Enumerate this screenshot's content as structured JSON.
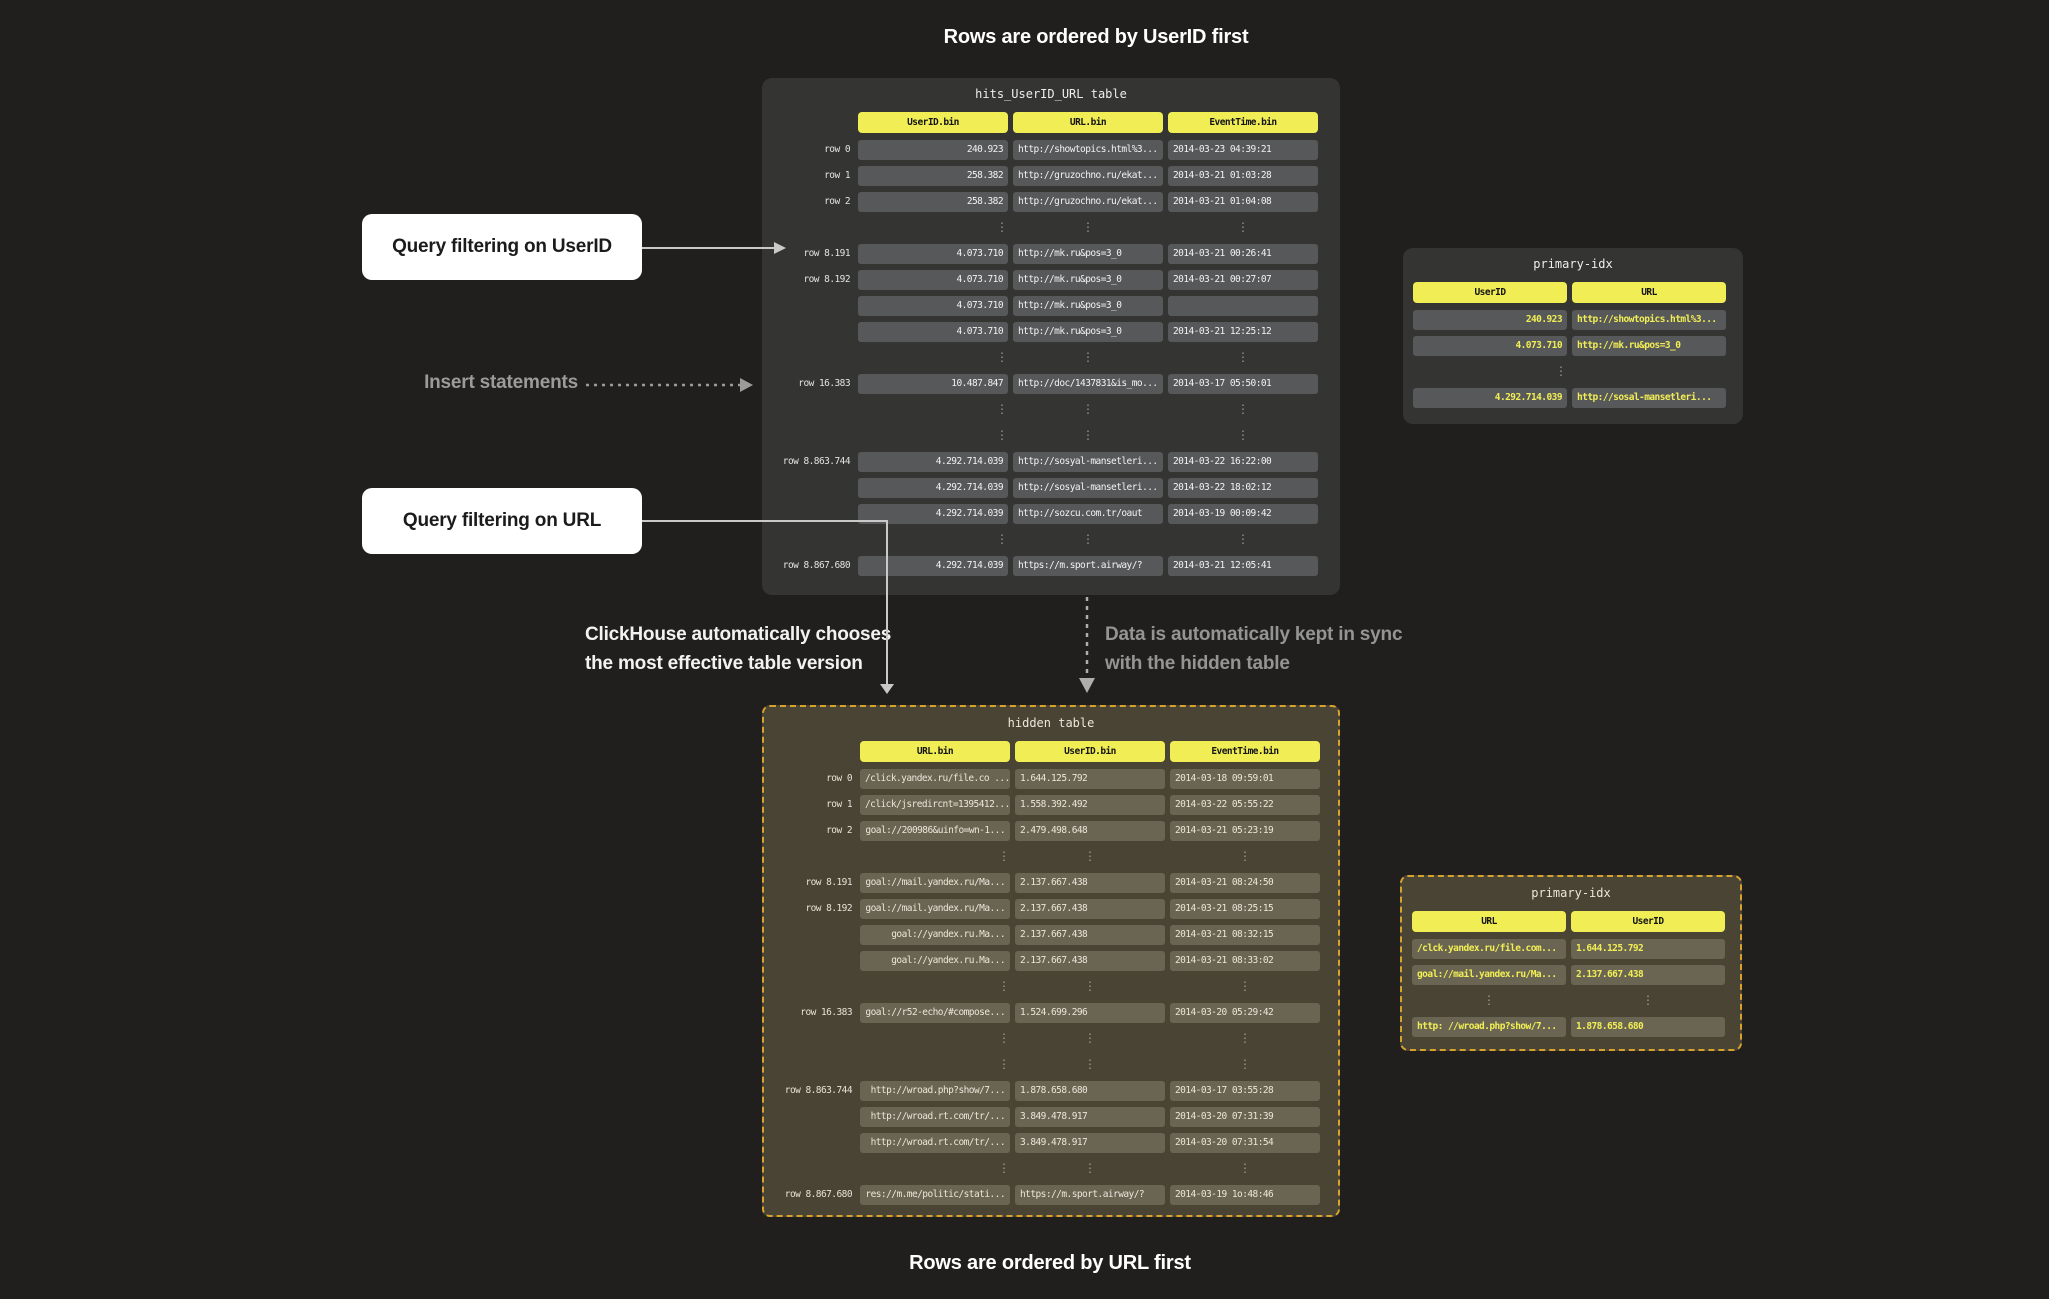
{
  "titles": {
    "top": "Rows are ordered by UserID first",
    "bottom": "Rows are ordered by URL first"
  },
  "callouts": {
    "query_userid": "Query filtering on UserID",
    "query_url": "Query filtering on URL",
    "insert": "Insert statements",
    "clickhouse_line1": "ClickHouse automatically chooses",
    "clickhouse_line2": "the most effective table version",
    "sync_line1": "Data is automatically kept in sync",
    "sync_line2": "with the hidden table"
  },
  "colors": {
    "accent_yellow": "#f1ee55",
    "olive_border": "#d7a32e",
    "panel_dark": "#343432",
    "panel_olive": "#494433",
    "cell_dark": "#57585a",
    "cell_olive": "#6a6553",
    "page_bg": "#201f1d"
  },
  "main_table": {
    "title": "hits_UserID_URL table",
    "columns": [
      "UserID.bin",
      "URL.bin",
      "EventTime.bin"
    ],
    "rows": [
      {
        "label": "row 0",
        "cells": [
          "240.923",
          "http://showtopics.html%3...",
          "2014-03-23 04:39:21"
        ]
      },
      {
        "label": "row 1",
        "cells": [
          "258.382",
          "http://gruzochno.ru/ekat...",
          "2014-03-21 01:03:28"
        ]
      },
      {
        "label": "row 2",
        "cells": [
          "258.382",
          "http://gruzochno.ru/ekat...",
          "2014-03-21 01:04:08"
        ]
      },
      {
        "dots": [
          true,
          true,
          true
        ]
      },
      {
        "label": "row 8.191",
        "cells": [
          "4.073.710",
          "http://mk.ru&pos=3_0",
          "2014-03-21 00:26:41"
        ]
      },
      {
        "label": "row 8.192",
        "cells": [
          "4.073.710",
          "http://mk.ru&pos=3_0",
          "2014-03-21 00:27:07"
        ]
      },
      {
        "label": "",
        "cells": [
          "4.073.710",
          "http://mk.ru&pos=3_0",
          ""
        ]
      },
      {
        "label": "",
        "cells": [
          "4.073.710",
          "http://mk.ru&pos=3_0",
          "2014-03-21 12:25:12"
        ]
      },
      {
        "dots": [
          true,
          true,
          true
        ]
      },
      {
        "label": "row 16.383",
        "cells": [
          "10.487.847",
          "http://doc/1437831&is_mo...",
          "2014-03-17 05:50:01"
        ]
      },
      {
        "dots": [
          true,
          true,
          true
        ]
      },
      {
        "dots": [
          true,
          true,
          true
        ]
      },
      {
        "label": "row 8.863.744",
        "cells": [
          "4.292.714.039",
          "http://sosyal-mansetleri...",
          "2014-03-22 16:22:00"
        ]
      },
      {
        "label": "",
        "cells": [
          "4.292.714.039",
          "http://sosyal-mansetleri...",
          "2014-03-22 18:02:12"
        ]
      },
      {
        "label": "",
        "cells": [
          "4.292.714.039",
          "http://sozcu.com.tr/oaut",
          "2014-03-19 00:09:42"
        ]
      },
      {
        "dots": [
          true,
          true,
          true
        ]
      },
      {
        "label": "row 8.867.680",
        "cells": [
          "4.292.714.039",
          "https://m.sport.airway/?",
          "2014-03-21 12:05:41"
        ]
      }
    ]
  },
  "hidden_table": {
    "title": "hidden table",
    "columns": [
      "URL.bin",
      "UserID.bin",
      "EventTime.bin"
    ],
    "rows": [
      {
        "label": "row 0",
        "cells": [
          "/click.yandex.ru/file.co ...",
          "1.644.125.792",
          "2014-03-18 09:59:01"
        ]
      },
      {
        "label": "row 1",
        "cells": [
          "/click/jsredircnt=1395412...",
          "1.558.392.492",
          "2014-03-22 05:55:22"
        ]
      },
      {
        "label": "row 2",
        "cells": [
          "goal://200986&uinfo=wn-1...",
          "2.479.498.648",
          "2014-03-21 05:23:19"
        ]
      },
      {
        "dots": [
          true,
          true,
          true
        ]
      },
      {
        "label": "row 8.191",
        "cells": [
          "goal://mail.yandex.ru/Ma...",
          "2.137.667.438",
          "2014-03-21 08:24:50"
        ]
      },
      {
        "label": "row 8.192",
        "cells": [
          "goal://mail.yandex.ru/Ma...",
          "2.137.667.438",
          "2014-03-21 08:25:15"
        ]
      },
      {
        "label": "",
        "cells": [
          "goal://yandex.ru.Ma...",
          "2.137.667.438",
          "2014-03-21 08:32:15"
        ]
      },
      {
        "label": "",
        "cells": [
          "goal://yandex.ru.Ma...",
          "2.137.667.438",
          "2014-03-21 08:33:02"
        ]
      },
      {
        "dots": [
          true,
          true,
          true
        ]
      },
      {
        "label": "row 16.383",
        "cells": [
          "goal://r52-echo/#compose...",
          "1.524.699.296",
          "2014-03-20 05:29:42"
        ]
      },
      {
        "dots": [
          true,
          true,
          true
        ]
      },
      {
        "dots": [
          true,
          true,
          true
        ]
      },
      {
        "label": "row 8.863.744",
        "cells": [
          "http://wroad.php?show/7...",
          "1.878.658.680",
          "2014-03-17 03:55:28"
        ]
      },
      {
        "label": "",
        "cells": [
          "http://wroad.rt.com/tr/...",
          "3.849.478.917",
          "2014-03-20 07:31:39"
        ]
      },
      {
        "label": "",
        "cells": [
          "http://wroad.rt.com/tr/...",
          "3.849.478.917",
          "2014-03-20 07:31:54"
        ]
      },
      {
        "dots": [
          true,
          true,
          true
        ]
      },
      {
        "label": "row 8.867.680",
        "cells": [
          "res://m.me/politic/stati...",
          "https://m.sport.airway/?",
          "2014-03-19 1o:48:46"
        ]
      }
    ]
  },
  "primary_idx_top": {
    "title": "primary-idx",
    "columns": [
      "UserID",
      "URL"
    ],
    "rows": [
      {
        "cells": [
          "240.923",
          "http://showtopics.html%3..."
        ]
      },
      {
        "cells": [
          "4.073.710",
          "http://mk.ru&pos=3_0"
        ]
      },
      {
        "dots": [
          true,
          false
        ]
      },
      {
        "cells": [
          "4.292.714.039",
          "http://sosal-mansetleri..."
        ]
      }
    ]
  },
  "primary_idx_bottom": {
    "title": "primary-idx",
    "columns": [
      "URL",
      "UserID"
    ],
    "rows": [
      {
        "cells": [
          "/clck.yandex.ru/file.com...",
          "1.644.125.792"
        ]
      },
      {
        "cells": [
          "goal://mail.yandex.ru/Ma...",
          "2.137.667.438"
        ]
      },
      {
        "dots": [
          true,
          true
        ]
      },
      {
        "cells": [
          "http: //wroad.php?show/7...",
          "1.878.658.680"
        ]
      }
    ]
  }
}
